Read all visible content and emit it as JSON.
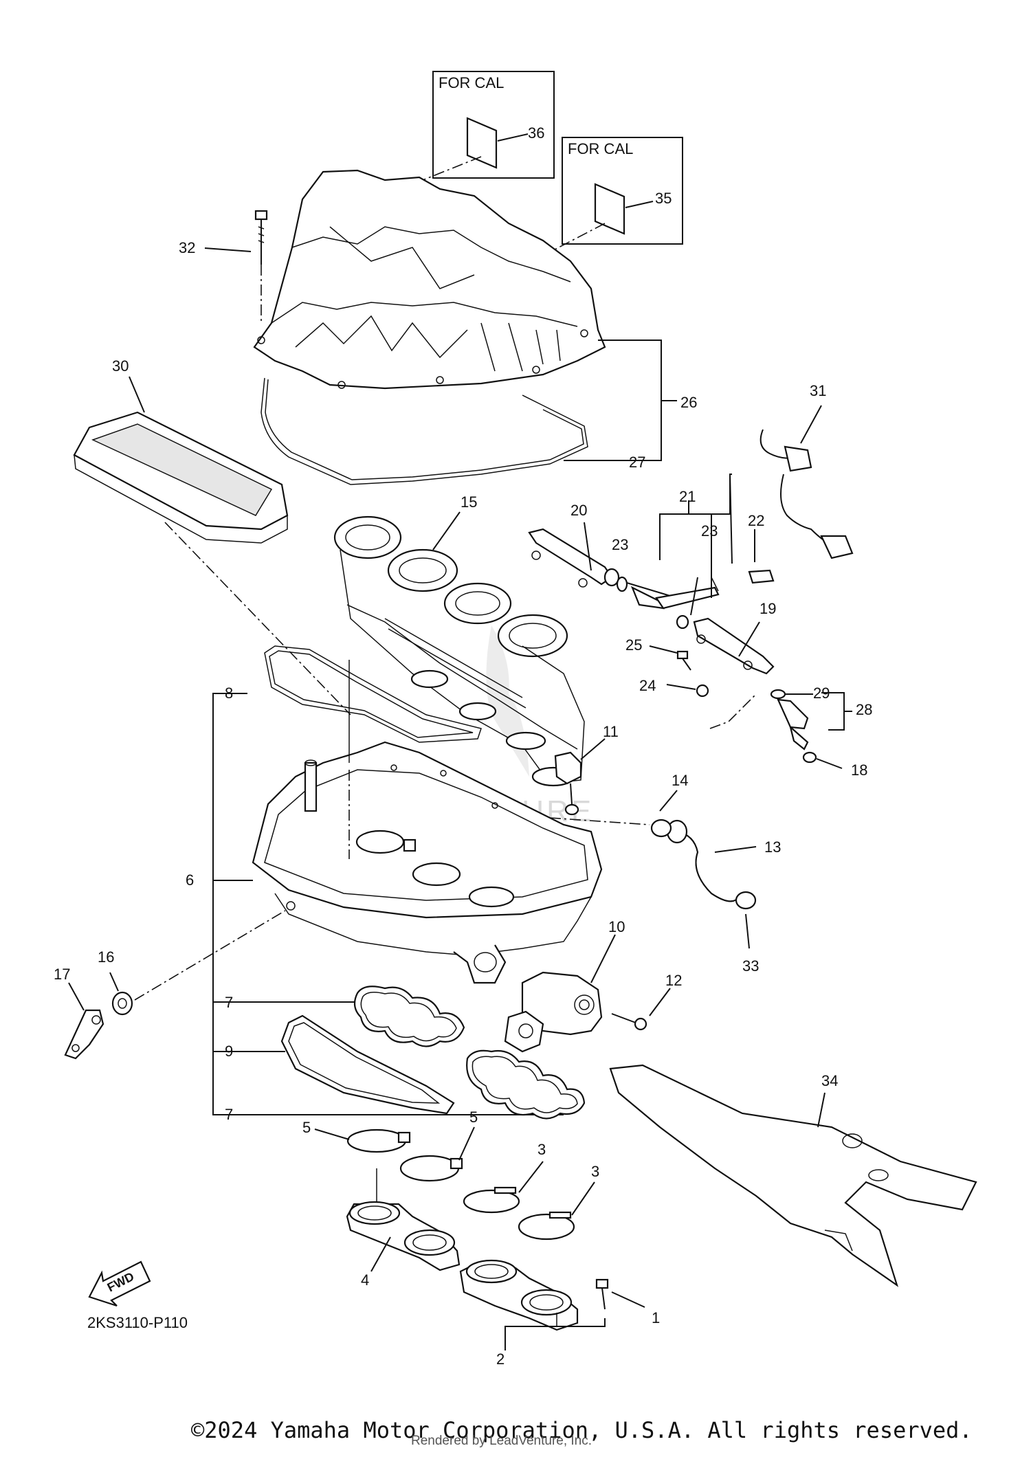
{
  "diagram": {
    "cal_boxes": [
      "FOR CAL",
      "FOR CAL"
    ],
    "labels": [
      "1",
      "2",
      "3",
      "3",
      "4",
      "5",
      "5",
      "6",
      "7",
      "7",
      "8",
      "9",
      "10",
      "11",
      "12",
      "13",
      "14",
      "15",
      "16",
      "17",
      "18",
      "19",
      "20",
      "21",
      "22",
      "23",
      "23",
      "24",
      "25",
      "26",
      "27",
      "28",
      "29",
      "30",
      "31",
      "32",
      "33",
      "34",
      "35",
      "36"
    ],
    "diagram_code": "2KS3110-P110",
    "fwd_label": "FWD",
    "watermark": "LEADVENTURE"
  },
  "footer": {
    "copyright": "©2024 Yamaha Motor Corporation, U.S.A. All rights reserved.",
    "rendered_by": "Rendered by LeadVenture, Inc."
  }
}
